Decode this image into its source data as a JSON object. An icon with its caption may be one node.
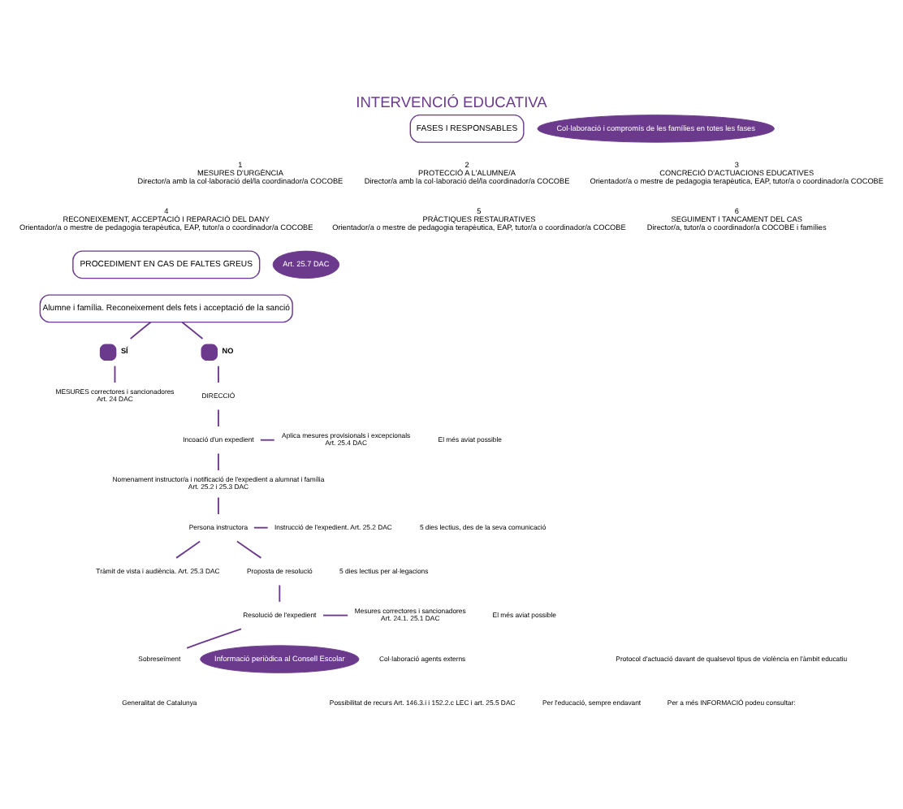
{
  "diagram": {
    "title": "INTERVENCIÓ EDUCATIVA",
    "nodes": [
      {
        "text": [
          "FASES I RESPONSABLES"
        ]
      },
      {
        "text": [
          "Col·laboració i compromís de les famílies en totes les fases"
        ]
      },
      {
        "text": [
          "1",
          "MESURES D'URGÈNCIA",
          "Director/a amb la col·laboració del/la coordinador/a COCOBE"
        ]
      },
      {
        "text": [
          "2",
          "PROTECCIÓ A L'ALUMNE/A",
          "Director/a amb la col·laboració del/la coordinador/a COCOBE"
        ]
      },
      {
        "text": [
          "3",
          "CONCRECIÓ D'ACTUACIONS EDUCATIVES",
          "Orientador/a o mestre de pedagogia terapèutica, EAP, tutor/a o coordinador/a COCOBE"
        ]
      },
      {
        "text": [
          "4",
          "RECONEIXEMENT, ACCEPTACIÓ I REPARACIÓ DEL DANY",
          "Orientador/a o mestre de pedagogia terapèutica, EAP, tutor/a o coordinador/a COCOBE"
        ]
      },
      {
        "text": [
          "5",
          "PRÀCTIQUES RESTAURATIVES",
          "Orientador/a o mestre de pedagogia terapèutica, EAP, tutor/a o coordinador/a COCOBE"
        ]
      },
      {
        "text": [
          "6",
          "SEGUIMENT I TANCAMENT DEL CAS",
          "Director/a, tutor/a o coordinador/a COCOBE i famílies"
        ]
      },
      {
        "text": [
          "PROCEDIMENT EN CAS DE FALTES GREUS"
        ]
      },
      {
        "text": [
          "Art. 25.7 DAC"
        ]
      },
      {
        "text": [
          "Alumne i família. Reconeixement dels fets i acceptació de la sanció"
        ]
      },
      {
        "text": [],
        "shape": "circle",
        "beside": [
          "SÍ"
        ]
      },
      {
        "text": [],
        "shape": "circle",
        "beside": [
          "NO"
        ]
      },
      {
        "text": [
          "MESURES correctores i sancionadores",
          "Art. 24 DAC"
        ]
      },
      {
        "text": [
          "DIRECCIÓ"
        ]
      },
      {
        "text": [
          "Incoació d'un expedient"
        ]
      },
      {
        "text": [
          "Aplica mesures provisionals i excepcionals",
          "Art. 25.4 DAC"
        ]
      },
      {
        "text": [
          "Nomenament instructor/a i notificació de l'expedient a alumnat i família",
          "Art. 25.2 i 25.3 DAC"
        ]
      },
      {
        "text": [
          "Persona instructora"
        ]
      },
      {
        "text": [
          "Instrucció de l'expedient. Art. 25.2 DAC"
        ]
      },
      {
        "text": [
          "Tràmit de vista i audiència. Art. 25.3 DAC"
        ]
      },
      {
        "text": [
          "Proposta de resolució"
        ]
      },
      {
        "text": [
          "Resolució de l'expedient"
        ]
      },
      {
        "text": [
          "Mesures correctores i sancionadores",
          "Art. 24.1. 25.1 DAC"
        ]
      },
      {
        "text": [
          "Sobreseïment"
        ]
      },
      {
        "text": [
          "Informació periòdica al Consell Escolar"
        ]
      }
    ],
    "edges": [
      {
        "from": 10,
        "to": 11,
        "arrow": "none"
      },
      {
        "from": 10,
        "to": 12,
        "arrow": "none"
      },
      {
        "from": 11,
        "to": 13,
        "arrow": "none"
      },
      {
        "from": 12,
        "to": 14,
        "arrow": "none"
      },
      {
        "from": 14,
        "to": 15,
        "arrow": "none"
      },
      {
        "from": 15,
        "to": 16,
        "arrow": "none"
      },
      {
        "from": 15,
        "to": 17,
        "arrow": "none"
      },
      {
        "from": 17,
        "to": 18,
        "arrow": "none"
      },
      {
        "from": 18,
        "to": 19,
        "arrow": "none"
      },
      {
        "from": 18,
        "to": 20,
        "arrow": "none"
      },
      {
        "from": 18,
        "to": 21,
        "arrow": "none"
      },
      {
        "from": 21,
        "to": 22,
        "arrow": "none"
      },
      {
        "from": 22,
        "to": 23,
        "arrow": "none"
      },
      {
        "from": 22,
        "to": 24,
        "arrow": "none"
      }
    ],
    "labels": [
      "Col·laboració agents externs",
      "Possibilitat de recurs Art. 146.3.i i 152.2.c LEC i art. 25.5 DAC",
      "El més aviat possible",
      "5 dies lectius, des de la seva comunicació",
      "5 dies lectius per al·legacions",
      "El més aviat possible",
      "Generalitat de Catalunya",
      "Per l'educació, sempre endavant",
      "Per a més INFORMACIÓ podeu consultar:",
      "Protocol d'actuació davant de qualsevol tipus de violència en l'àmbit educatiu"
    ]
  }
}
